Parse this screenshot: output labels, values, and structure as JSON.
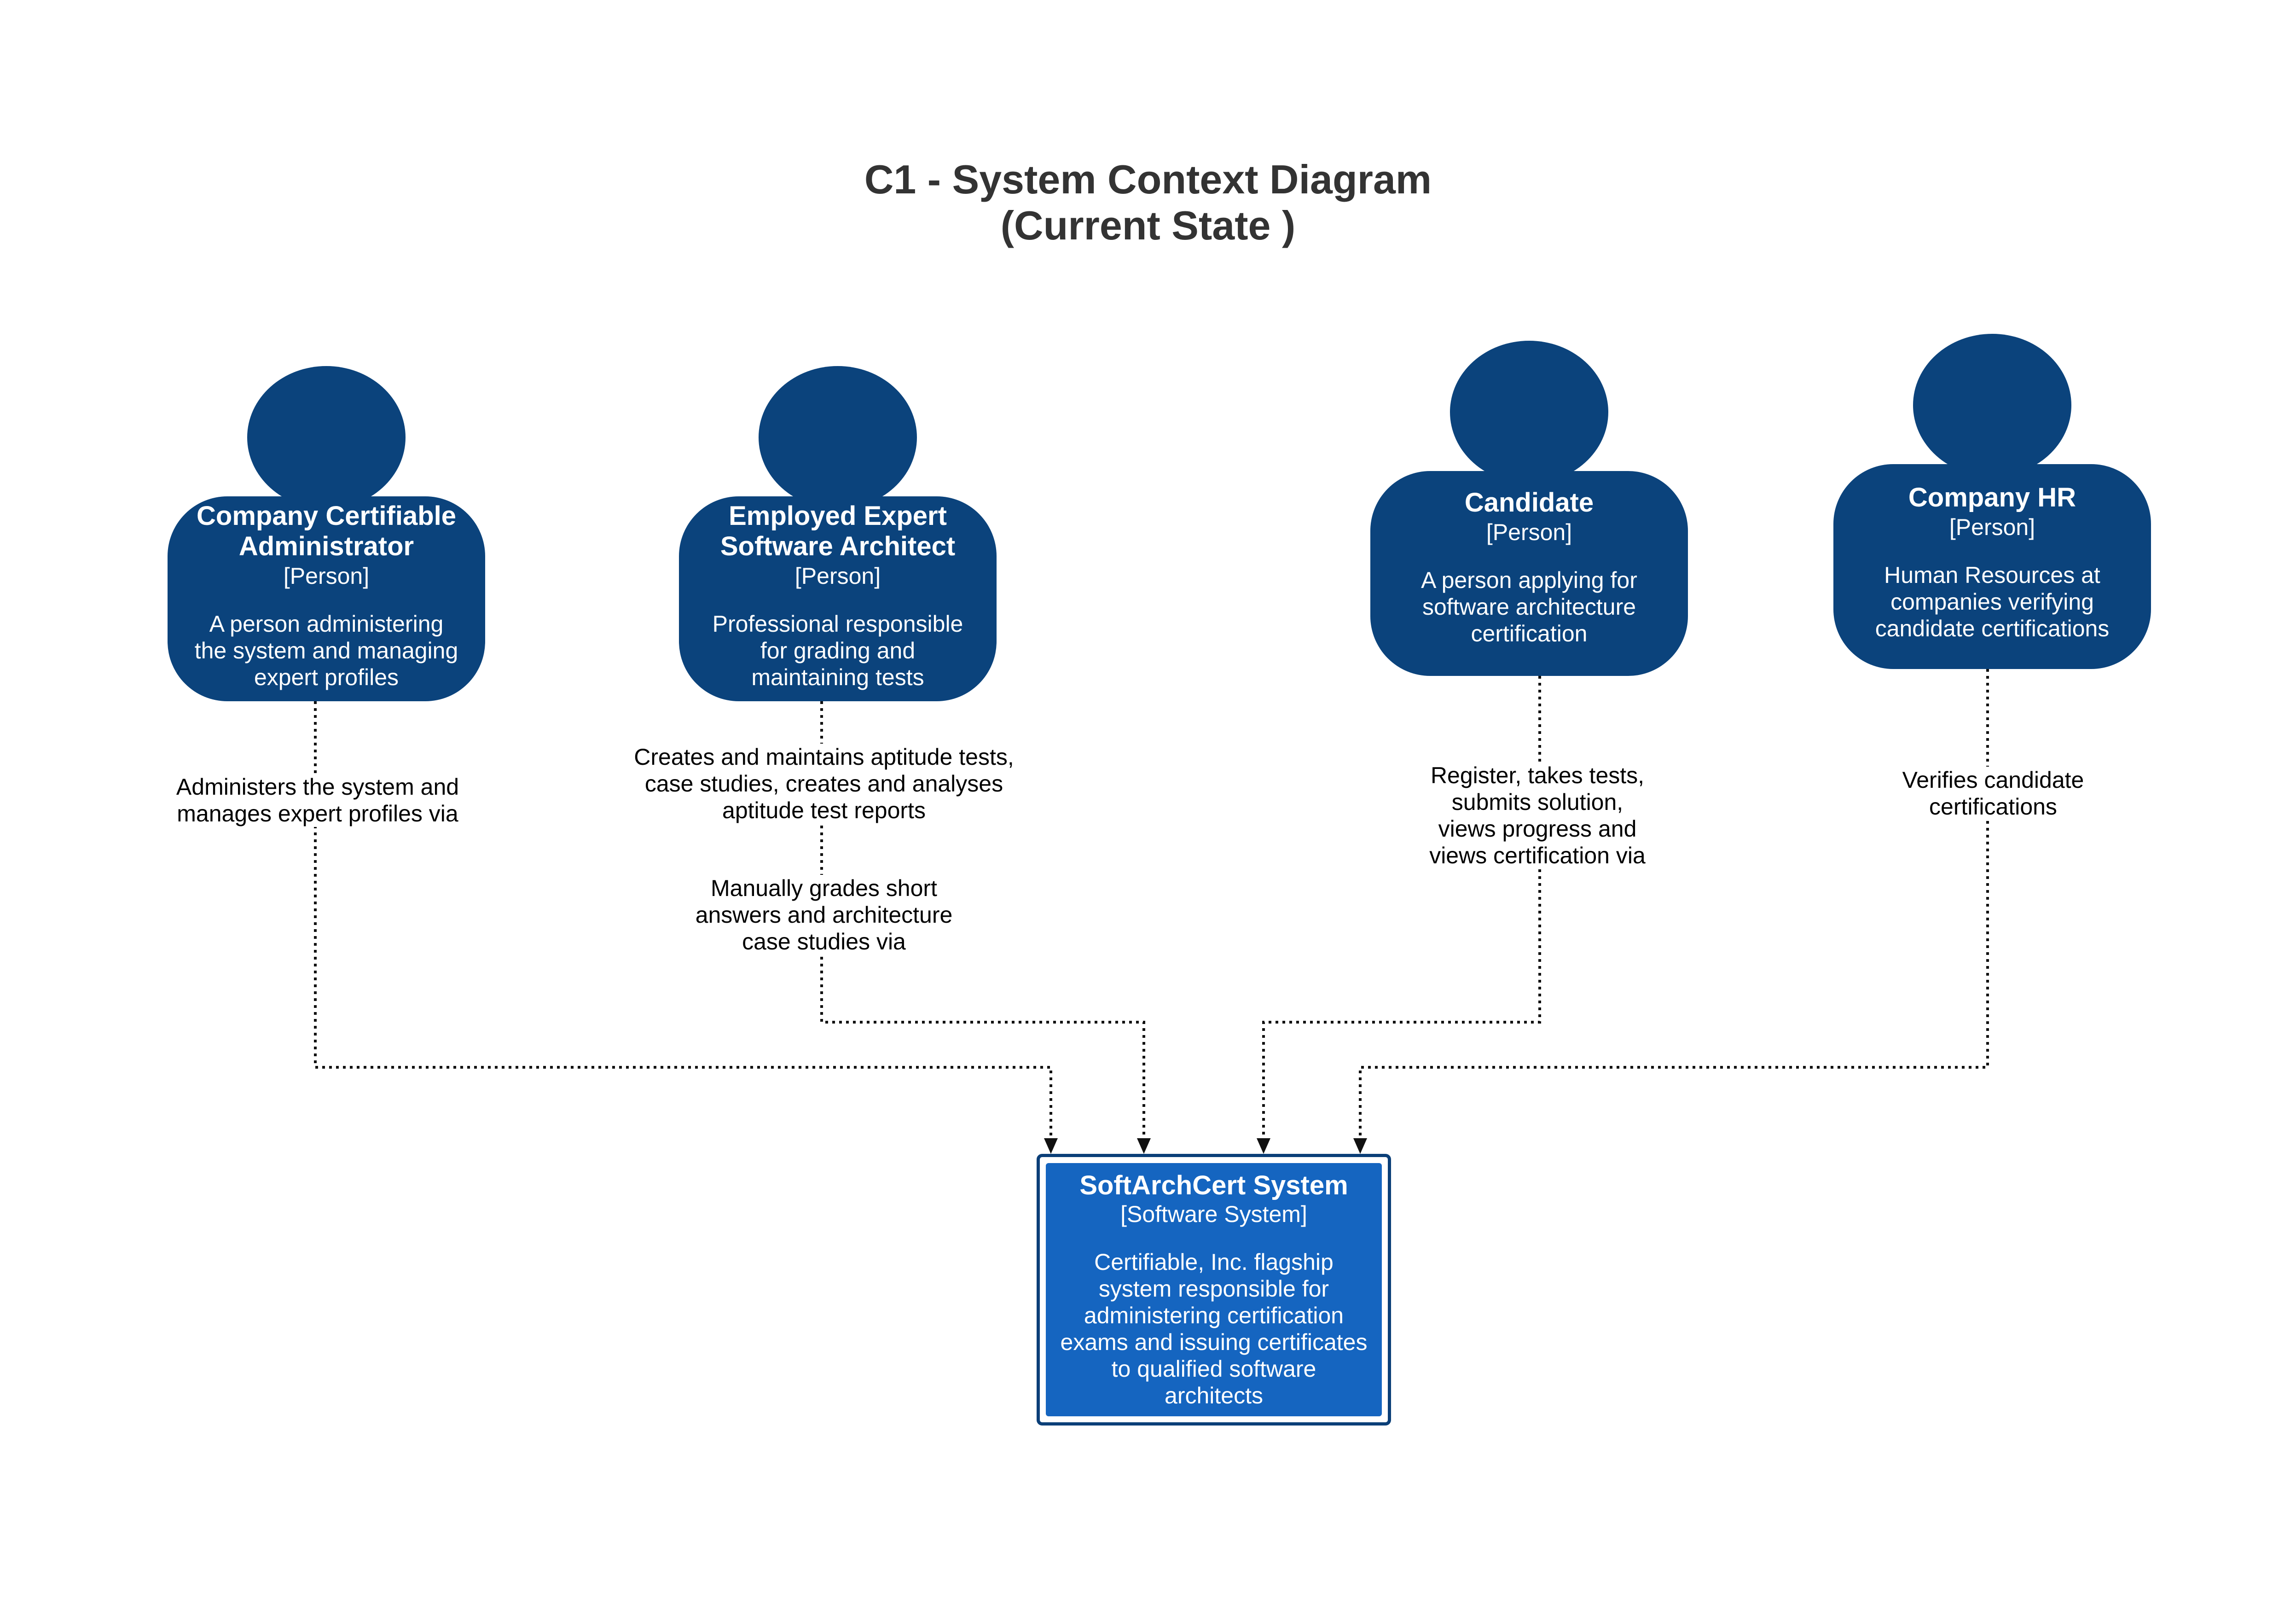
{
  "title": {
    "line1": "C1 - System Context Diagram",
    "line2": "(Current State )"
  },
  "colors": {
    "person": "#0b437c",
    "system": "#1565c0",
    "system_border": "#0b3f78",
    "connector": "#111111",
    "title_text": "#333333"
  },
  "icons": {
    "person_shape": "person-silhouette",
    "arrowhead": "filled-triangle-arrowhead"
  },
  "persons": [
    {
      "id": "admin",
      "name_line1": "Company Certifiable",
      "name_line2": "Administrator",
      "type": "[Person]",
      "desc_line1": "A person administering",
      "desc_line2": "the system and managing",
      "desc_line3": "expert profiles"
    },
    {
      "id": "architect",
      "name_line1": "Employed Expert",
      "name_line2": "Software Architect",
      "type": "[Person]",
      "desc_line1": "Professional responsible",
      "desc_line2": "for grading and",
      "desc_line3": "maintaining tests"
    },
    {
      "id": "candidate",
      "name_line1": "Candidate",
      "type": "[Person]",
      "desc_line1": "A person applying for",
      "desc_line2": "software architecture",
      "desc_line3": "certification"
    },
    {
      "id": "hr",
      "name_line1": "Company HR",
      "type": "[Person]",
      "desc_line1": "Human Resources at",
      "desc_line2": "companies verifying",
      "desc_line3": "candidate certifications"
    }
  ],
  "system": {
    "name": "SoftArchCert System",
    "type": "[Software System]",
    "desc": "Certifiable, Inc.  flagship\nsystem responsible for\nadministering certification\nexams and issuing certificates\nto qualified software\narchitects"
  },
  "relationships": [
    {
      "id": "admin-system",
      "label": "Administers the system and\nmanages expert profiles via"
    },
    {
      "id": "architect-system-tests",
      "label": "Creates and maintains aptitude tests,\ncase studies, creates and analyses\naptitude test reports"
    },
    {
      "id": "architect-system-grading",
      "label": "Manually grades short\nanswers and architecture\ncase studies via"
    },
    {
      "id": "candidate-system",
      "label": "Register, takes tests,\nsubmits solution,\nviews progress and\nviews certification via"
    },
    {
      "id": "hr-system",
      "label": "Verifies candidate\ncertifications"
    }
  ]
}
